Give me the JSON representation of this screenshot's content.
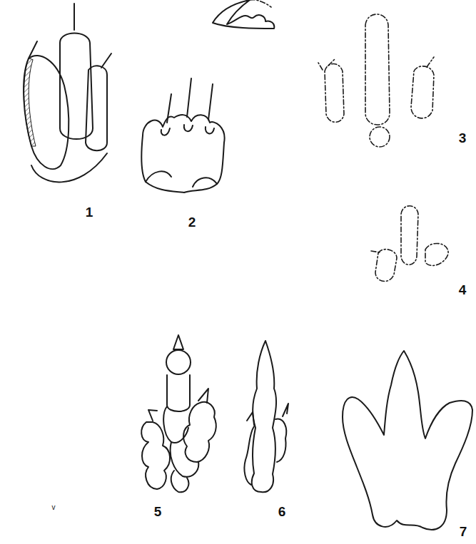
{
  "diagram": {
    "labels": [
      "1",
      "2",
      "3",
      "4",
      "5",
      "6",
      "7",
      "v"
    ]
  }
}
